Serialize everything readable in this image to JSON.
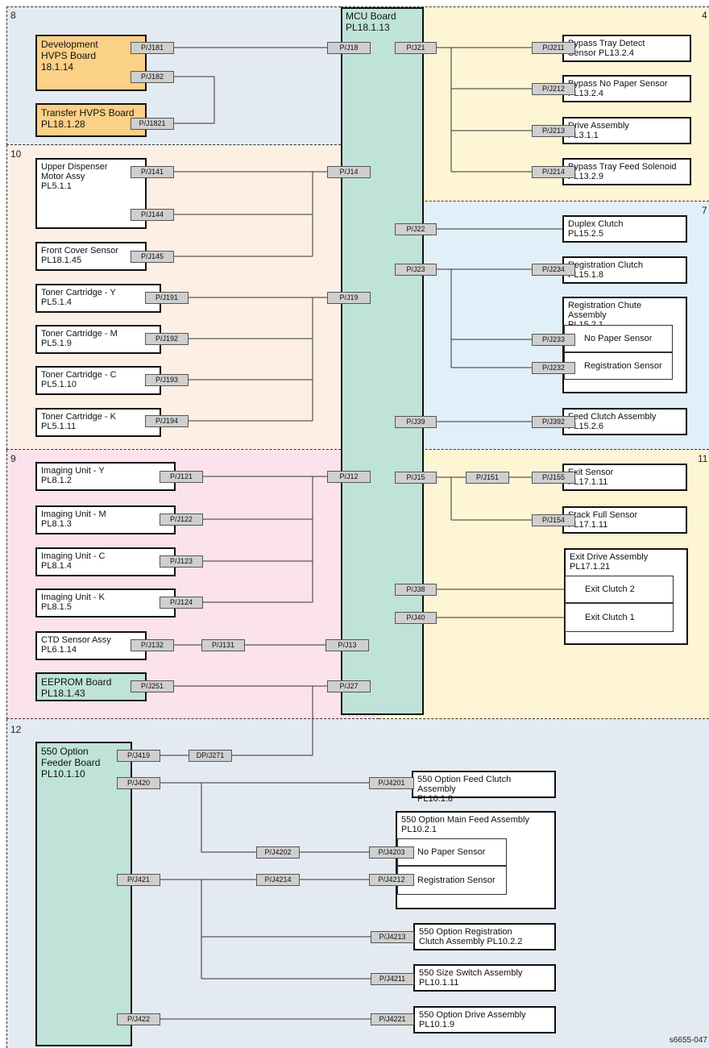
{
  "zones": {
    "z8": "8",
    "z4": "4",
    "z10": "10",
    "z7": "7",
    "z9": "9",
    "z11": "11",
    "z12": "12"
  },
  "colors": {
    "zone8": "#e4eaf1",
    "zone4": "#fdf5d3",
    "zone10": "#fdefe3",
    "zone7": "#e1eff9",
    "zone9": "#fbe2ec",
    "zone11": "#fdf5d3",
    "zone12": "#e4eaf1",
    "mcu": "#bfe3d8",
    "hvps": "#fbd087",
    "plug": "#cfcfcf"
  },
  "mcu": {
    "line1": "MCU Board",
    "line2": "PL18.1.13"
  },
  "components": {
    "dev_hvps": {
      "l1": "Development",
      "l2": "HVPS Board",
      "l3": "18.1.14"
    },
    "transfer_hvps": {
      "l1": "Transfer HVPS Board",
      "l2": "PL18.1.28"
    },
    "upper_dispenser": {
      "l1": "Upper Dispenser",
      "l2": "Motor Assy",
      "l3": "PL5.1.1"
    },
    "front_cover": {
      "l1": "Front Cover Sensor",
      "l2": "PL18.1.45"
    },
    "toner_y": {
      "l1": "Toner Cartridge - Y",
      "l2": "PL5.1.4"
    },
    "toner_m": {
      "l1": "Toner Cartridge - M",
      "l2": "PL5.1.9"
    },
    "toner_c": {
      "l1": "Toner Cartridge - C",
      "l2": "PL5.1.10"
    },
    "toner_k": {
      "l1": "Toner Cartridge - K",
      "l2": "PL5.1.11"
    },
    "imaging_y": {
      "l1": "Imaging Unit - Y",
      "l2": "PL8.1.2"
    },
    "imaging_m": {
      "l1": "Imaging Unit - M",
      "l2": "PL8.1.3"
    },
    "imaging_c": {
      "l1": "Imaging Unit - C",
      "l2": "PL8.1.4"
    },
    "imaging_k": {
      "l1": "Imaging Unit - K",
      "l2": "PL8.1.5"
    },
    "ctd": {
      "l1": "CTD Sensor Assy",
      "l2": "PL6.1.14"
    },
    "eeprom": {
      "l1": "EEPROM Board",
      "l2": "PL18.1.43"
    },
    "bypass_detect": {
      "l1": "Bypass Tray Detect",
      "l2": "Sensor  PL13.2.4"
    },
    "bypass_nopaper": {
      "l1": "Bypass No Paper Sensor",
      "l2": "PL13.2.4"
    },
    "drive_assy": {
      "l1": "Drive Assembly",
      "l2": "PL3.1.1"
    },
    "bypass_solenoid": {
      "l1": "Bypass Tray Feed Solenoid",
      "l2": "PL13.2.9"
    },
    "duplex_clutch": {
      "l1": "Duplex Clutch",
      "l2": "PL15.2.5"
    },
    "reg_clutch": {
      "l1": "Registration Clutch",
      "l2": "PL15.1.8"
    },
    "reg_chute": {
      "l1": "Registration Chute Assembly",
      "l2": "PL15.2.1",
      "sub1": "No Paper Sensor",
      "sub2": "Registration Sensor"
    },
    "feed_clutch": {
      "l1": "Feed Clutch Assembly",
      "l2": "PL15.2.6"
    },
    "exit_sensor": {
      "l1": "Exit Sensor",
      "l2": "PL17.1.11"
    },
    "stack_full": {
      "l1": "Stack Full Sensor",
      "l2": "PL17.1.11"
    },
    "exit_drive": {
      "l1": "Exit Drive Assembly",
      "l2": "PL17.1.21",
      "sub1": "Exit Clutch 2",
      "sub2": "Exit Clutch 1"
    },
    "feeder_board": {
      "l1": "550 Option",
      "l2": "Feeder Board",
      "l3": "PL10.1.10"
    },
    "opt_feed_clutch": {
      "l1": "550 Option Feed Clutch Assembly",
      "l2": "PL10.1.8"
    },
    "opt_main_feed": {
      "l1": "550 Option Main Feed Assembly",
      "l2": "PL10.2.1",
      "sub1": "No Paper Sensor",
      "sub2": "Registration Sensor"
    },
    "opt_reg_clutch": {
      "l1": "550 Option Registration",
      "l2": "Clutch Assembly PL10.2.2"
    },
    "opt_size_switch": {
      "l1": "550 Size Switch Assembly",
      "l2": "PL10.1.11"
    },
    "opt_drive": {
      "l1": "550 Option Drive Assembly",
      "l2": "PL10.1.9"
    }
  },
  "plugs": {
    "p181": "P/J181",
    "p182": "P/J182",
    "p1821": "P/J1821",
    "p18": "P/J18",
    "p21": "P/J21",
    "p211": "P/J211",
    "p212": "P/J212",
    "p213": "P/J213",
    "p214": "P/J214",
    "p141": "P/J141",
    "p144": "P/J144",
    "p145": "P/J145",
    "p14": "P/J14",
    "p191": "P/J191",
    "p192": "P/J192",
    "p193": "P/J193",
    "p194": "P/J194",
    "p19": "P/J19",
    "p22": "P/J22",
    "p23": "P/J23",
    "p234": "P/J234",
    "p233": "P/J233",
    "p232": "P/J232",
    "p39": "P/J39",
    "p392": "P/J392",
    "p121": "P/J121",
    "p122": "P/J122",
    "p123": "P/J123",
    "p124": "P/J124",
    "p12": "P/J12",
    "p15": "P/J15",
    "p151": "P/J151",
    "p155": "P/J155",
    "p154": "P/J154",
    "p38": "P/J38",
    "p40": "P/J40",
    "p132": "P/J132",
    "p131": "P/J131",
    "p13": "P/J13",
    "p251": "P/J251",
    "p27": "P/J27",
    "p419": "P/J419",
    "dp271": "DP/J271",
    "p420": "P/J420",
    "p4201": "P/J4201",
    "p4202": "P/J4202",
    "p4203": "P/J4203",
    "p421": "P/J421",
    "p4214": "P/J4214",
    "p4212": "P/J4212",
    "p4213": "P/J4213",
    "p4211": "P/J4211",
    "p422": "P/J422",
    "p4221": "P/J4221"
  },
  "figure_id": "s6655-047"
}
